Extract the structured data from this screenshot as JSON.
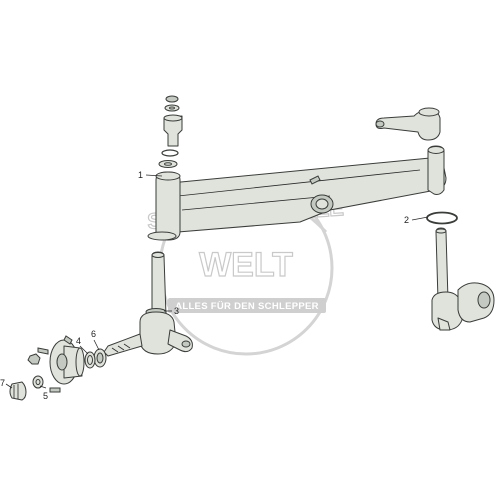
{
  "watermark": {
    "line1": "SCHLEPPERTEILE",
    "line2": "WELT",
    "band": "ALLES FÜR DEN SCHLEPPER",
    "color": "#d0d0d0"
  },
  "callouts": [
    {
      "label": "1"
    },
    {
      "label": "2"
    },
    {
      "label": "3"
    },
    {
      "label": "4"
    },
    {
      "label": "5"
    },
    {
      "label": "6"
    },
    {
      "label": "7"
    }
  ],
  "colors": {
    "part_fill": "#dfe3dc",
    "outline": "#3a3d3a",
    "background": "#ffffff"
  }
}
